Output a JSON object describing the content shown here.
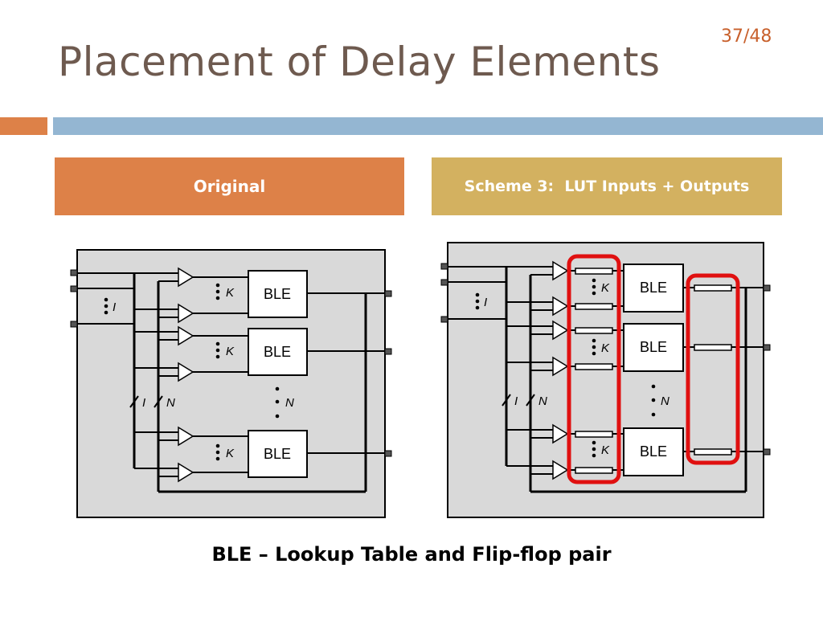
{
  "slide": {
    "title": "Placement of Delay Elements",
    "page_number": "37/48",
    "caption": "BLE – Lookup Table and Flip-flop pair"
  },
  "headers": {
    "original": "Original",
    "scheme": "Scheme 3:  LUT Inputs + Outputs"
  },
  "diagram_labels": {
    "ble": "BLE",
    "k": "K",
    "i": "I",
    "n": "N",
    "i_slash_n_left": "I",
    "i_slash_n_right": "N"
  },
  "colors": {
    "title": "#6e5a4f",
    "accent_orange": "#dd8148",
    "accent_blue": "#94b6d2",
    "accent_gold": "#d3b160",
    "highlight_red": "#e01010",
    "panel_gray": "#d9d9d9"
  }
}
